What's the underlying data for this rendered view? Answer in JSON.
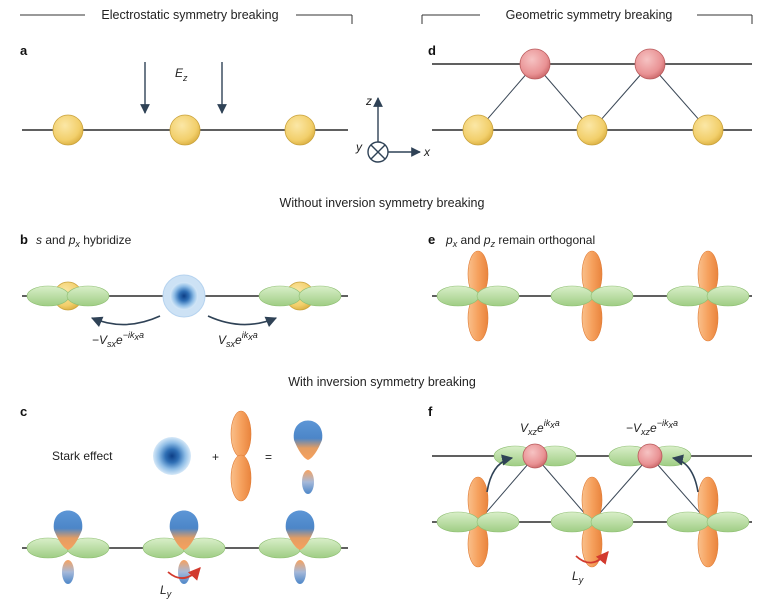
{
  "headers": {
    "left": "Electrostatic symmetry breaking",
    "right": "Geometric symmetry breaking",
    "without": "Without inversion symmetry breaking",
    "with": "With inversion symmetry breaking"
  },
  "panels": {
    "a": "a",
    "b": "b",
    "c": "c",
    "d": "d",
    "e": "e",
    "f": "f"
  },
  "labels": {
    "field": "E",
    "field_sub": "z",
    "axis_x": "x",
    "axis_y": "y",
    "axis_z": "z",
    "b_caption_s": "s",
    "b_caption_and": " and ",
    "b_caption_p": "p",
    "b_caption_psub": "x",
    "b_caption_rest": " hybridize",
    "e_caption_p1": "p",
    "e_caption_p1sub": "x",
    "e_caption_and": " and ",
    "e_caption_p2": "p",
    "e_caption_p2sub": "z",
    "e_caption_rest": " remain orthogonal",
    "stark": "Stark effect",
    "plus": "+",
    "equals": "=",
    "hop_left": "−V",
    "hop_left_sub": "sx",
    "hop_left_e": "e",
    "hop_left_sup": "−ik",
    "hop_left_supsub": "x",
    "hop_left_supend": "a",
    "hop_right": "V",
    "hop_right_sub": "sx",
    "hop_right_e": "e",
    "hop_right_sup": "ik",
    "hop_right_supsub": "x",
    "hop_right_supend": "a",
    "f_hop_left": "V",
    "f_hop_left_sub": "xz",
    "f_hop_left_e": "e",
    "f_hop_left_sup": "ik",
    "f_hop_left_supsub": "x",
    "f_hop_left_supend": "a",
    "f_hop_right": "−V",
    "f_hop_right_sub": "xz",
    "f_hop_right_e": "e",
    "f_hop_right_sup": "−ik",
    "f_hop_right_supsub": "x",
    "f_hop_right_supend": "a",
    "Ly": "L",
    "Ly_sub": "y"
  },
  "colors": {
    "atom_yellow": "#f2cf6b",
    "atom_red": "#e99294",
    "orbital_green": "#b8dca0",
    "orbital_orange": "#f6a15e",
    "orbital_blue": "#2f6fb5",
    "arrow": "#2f4256",
    "rotation": "#d23a2e"
  }
}
